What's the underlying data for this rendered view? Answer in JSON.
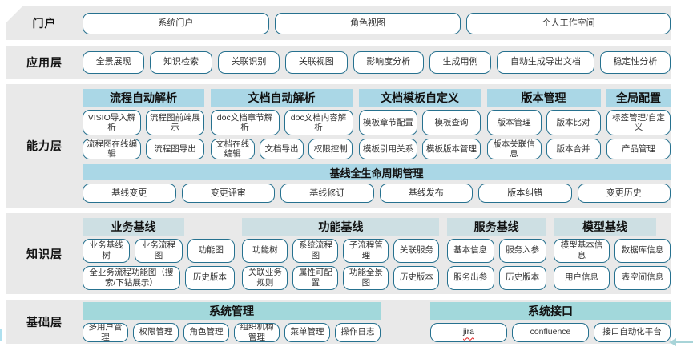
{
  "colors": {
    "band_bg": "#e9e9e9",
    "header_blue": "#aad7e6",
    "header_pale": "#cddfe3",
    "header_teal": "#a2d8db",
    "node_border": "#26718f",
    "misspell_underline": "#e02020",
    "decoration_line": "#a8d4d8"
  },
  "misspelled": [
    "jira"
  ],
  "layers": [
    {
      "key": "portal",
      "label": "门户",
      "type": "buttons",
      "buttons": [
        "系统门户",
        "角色视图",
        "个人工作空间"
      ]
    },
    {
      "key": "application",
      "label": "应用层",
      "type": "buttons",
      "buttons": [
        "全景展现",
        "知识检索",
        "关联识别",
        "关联视图",
        "影响度分析",
        "生成用例",
        "自动生成导出文档",
        "稳定性分析"
      ]
    },
    {
      "key": "capability",
      "label": "能力层",
      "type": "groups",
      "groups": [
        {
          "header": "流程自动解析",
          "rows": [
            [
              "VISIO导入解析",
              "流程图前端展示"
            ],
            [
              "流程图在线编辑",
              "流程图导出"
            ]
          ]
        },
        {
          "header": "文档自动解析",
          "rows": [
            [
              "doc文档章节解析",
              "doc文档内容解析"
            ],
            [
              "文档在线编辑",
              "文档导出",
              "权限控制"
            ]
          ]
        },
        {
          "header": "文档模板自定义",
          "rows": [
            [
              "模板章节配置",
              "模板查询"
            ],
            [
              "模板引用关系",
              "模板版本管理"
            ]
          ]
        },
        {
          "header": "版本管理",
          "rows": [
            [
              "版本管理",
              "版本比对"
            ],
            [
              "版本关联信息",
              "版本合并"
            ]
          ]
        },
        {
          "header": "全局配置",
          "rows": [
            [
              "标签管理/自定义"
            ],
            [
              "产品管理"
            ]
          ]
        }
      ],
      "baseline": {
        "header": "基线全生命周期管理",
        "buttons": [
          "基线变更",
          "变更评审",
          "基线修订",
          "基线发布",
          "版本纠错",
          "变更历史"
        ]
      }
    },
    {
      "key": "knowledge",
      "label": "知识层",
      "type": "groups",
      "groups": [
        {
          "header": "业务基线",
          "rows": [
            [
              "业务基线树",
              "业务流程图",
              "功能图"
            ],
            [
              "全业务流程功能图（搜索/下钻展示）",
              "历史版本"
            ]
          ]
        },
        {
          "header": "功能基线",
          "rows": [
            [
              "功能树",
              "系统流程图",
              "子流程管理",
              "关联服务"
            ],
            [
              "关联业务规则",
              "属性可配置",
              "功能全景图",
              "历史版本"
            ]
          ]
        },
        {
          "header": "服务基线",
          "rows": [
            [
              "基本信息",
              "服务入参"
            ],
            [
              "服务出参",
              "历史版本"
            ]
          ]
        },
        {
          "header": "模型基线",
          "rows": [
            [
              "模型基本信息",
              "数据库信息"
            ],
            [
              "用户信息",
              "表空间信息"
            ]
          ]
        }
      ]
    },
    {
      "key": "foundation",
      "label": "基础层",
      "type": "groups",
      "groups": [
        {
          "header": "系统管理",
          "rows": [
            [
              "多用户管理",
              "权限管理",
              "角色管理",
              "组织机构管理",
              "菜单管理",
              "操作日志"
            ]
          ]
        },
        {
          "header": "系统接口",
          "rows": [
            [
              "jira",
              "confluence",
              "接口自动化平台"
            ]
          ]
        }
      ]
    }
  ]
}
